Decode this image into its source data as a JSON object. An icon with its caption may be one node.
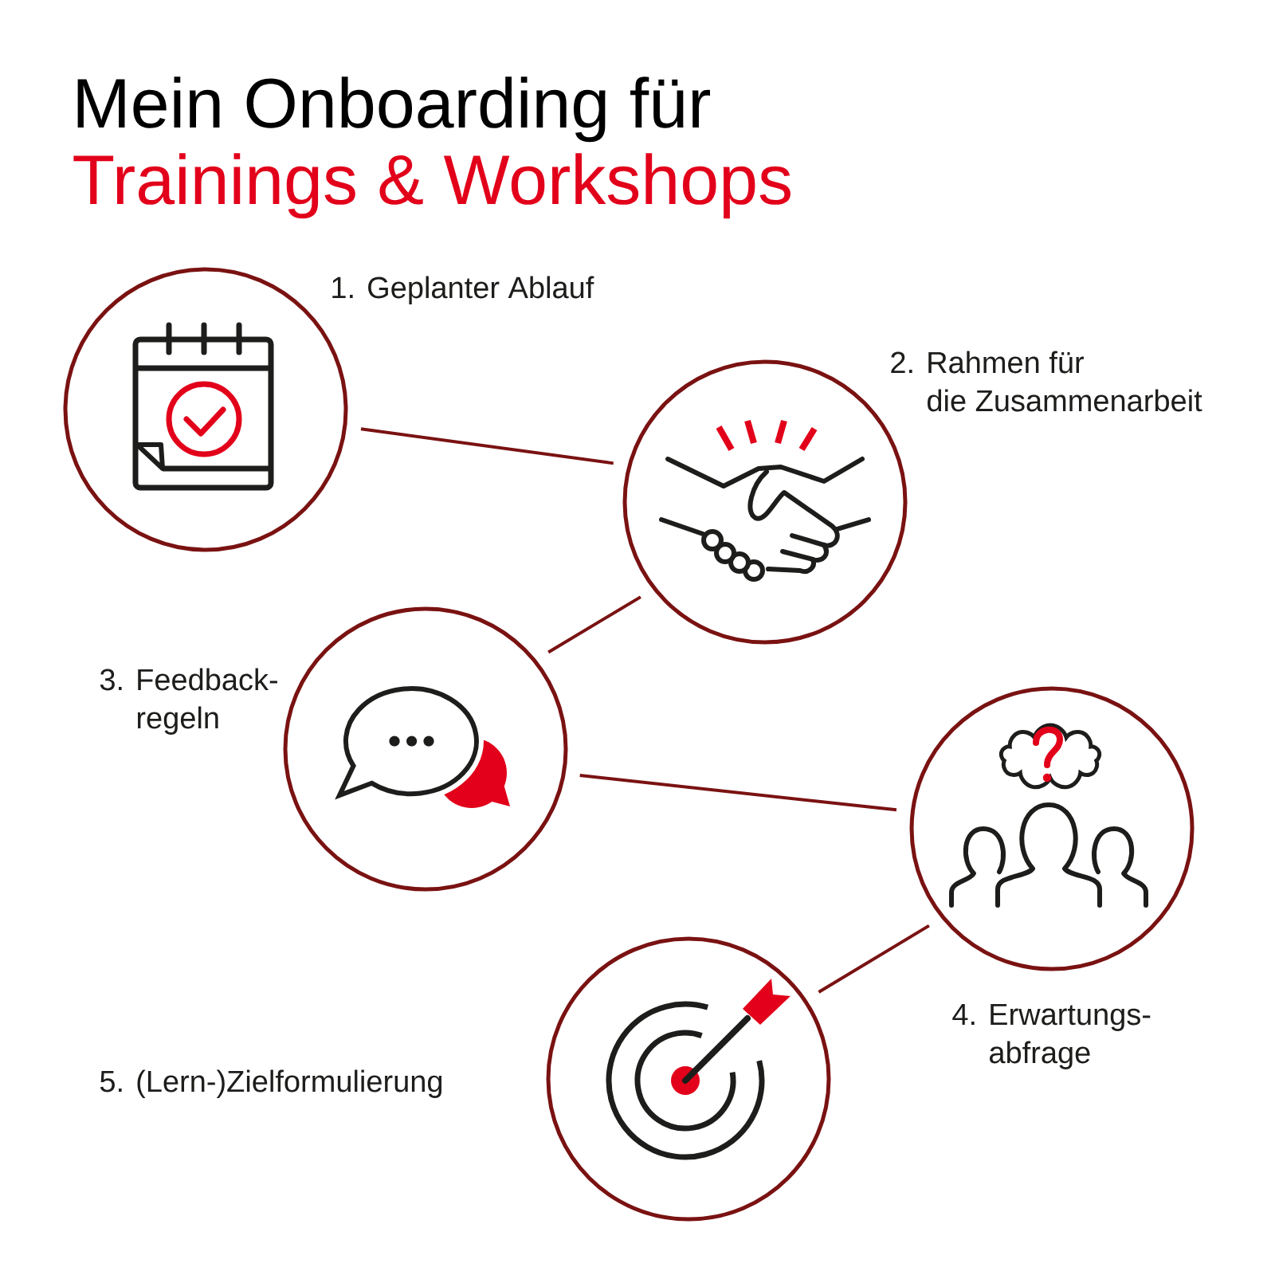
{
  "diagram": {
    "title": "Mein Onboarding für Trainings & Workshops",
    "nodes": [
      {
        "text": [],
        "shape": "circle",
        "beside": [
          "1. Geplanter Ablauf"
        ]
      },
      {
        "text": [],
        "shape": "circle",
        "beside": [
          "2. Rahmen für die Zusammenarbeit"
        ]
      },
      {
        "text": [],
        "shape": "circle",
        "beside": [
          "3. Feedback- regeln"
        ]
      },
      {
        "text": [],
        "shape": "circle",
        "beside": [
          "4. Erwartungs- abfrage"
        ]
      },
      {
        "text": [],
        "shape": "circle"
      }
    ],
    "edges": [
      {
        "from": 0,
        "to": 1,
        "arrow": "none"
      },
      {
        "from": 1,
        "to": 2,
        "arrow": "none"
      },
      {
        "from": 2,
        "to": 3,
        "arrow": "none"
      },
      {
        "from": 3,
        "to": 4,
        "arrow": "none"
      }
    ],
    "labels": [
      "5. (Lern-)Zielformulierung"
    ]
  }
}
